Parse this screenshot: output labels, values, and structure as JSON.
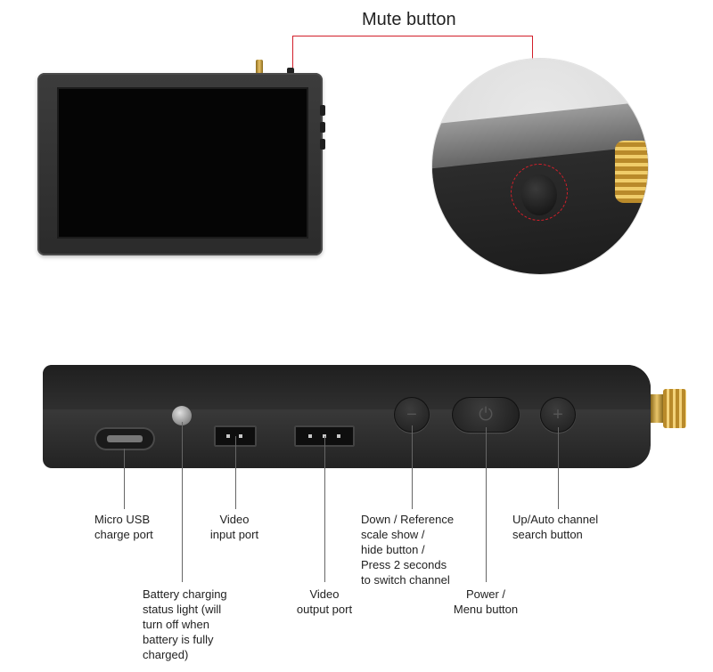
{
  "callouts": {
    "mute": "Mute button",
    "micro_usb": [
      "Micro USB",
      "charge port"
    ],
    "battery_light": [
      "Battery charging",
      "status light (will",
      "turn off when",
      "battery is fully",
      "charged)"
    ],
    "video_input": [
      "Video",
      "input port"
    ],
    "video_output": [
      "Video",
      "output port"
    ],
    "down_reference": [
      "Down / Reference",
      "scale show /",
      "hide button /",
      "Press 2 seconds",
      "to switch channel"
    ],
    "power_menu": [
      "Power /",
      "Menu button"
    ],
    "up_auto": [
      "Up/Auto channel",
      "search button"
    ]
  },
  "icons": {
    "down_button": "minus-icon",
    "power_button": "power-icon",
    "up_button": "plus-icon"
  },
  "colors": {
    "callout_red": "#d21f2a",
    "leader_gray": "#666666",
    "device_body": "#2e2e2e",
    "antenna_gold": "#e8c266"
  }
}
